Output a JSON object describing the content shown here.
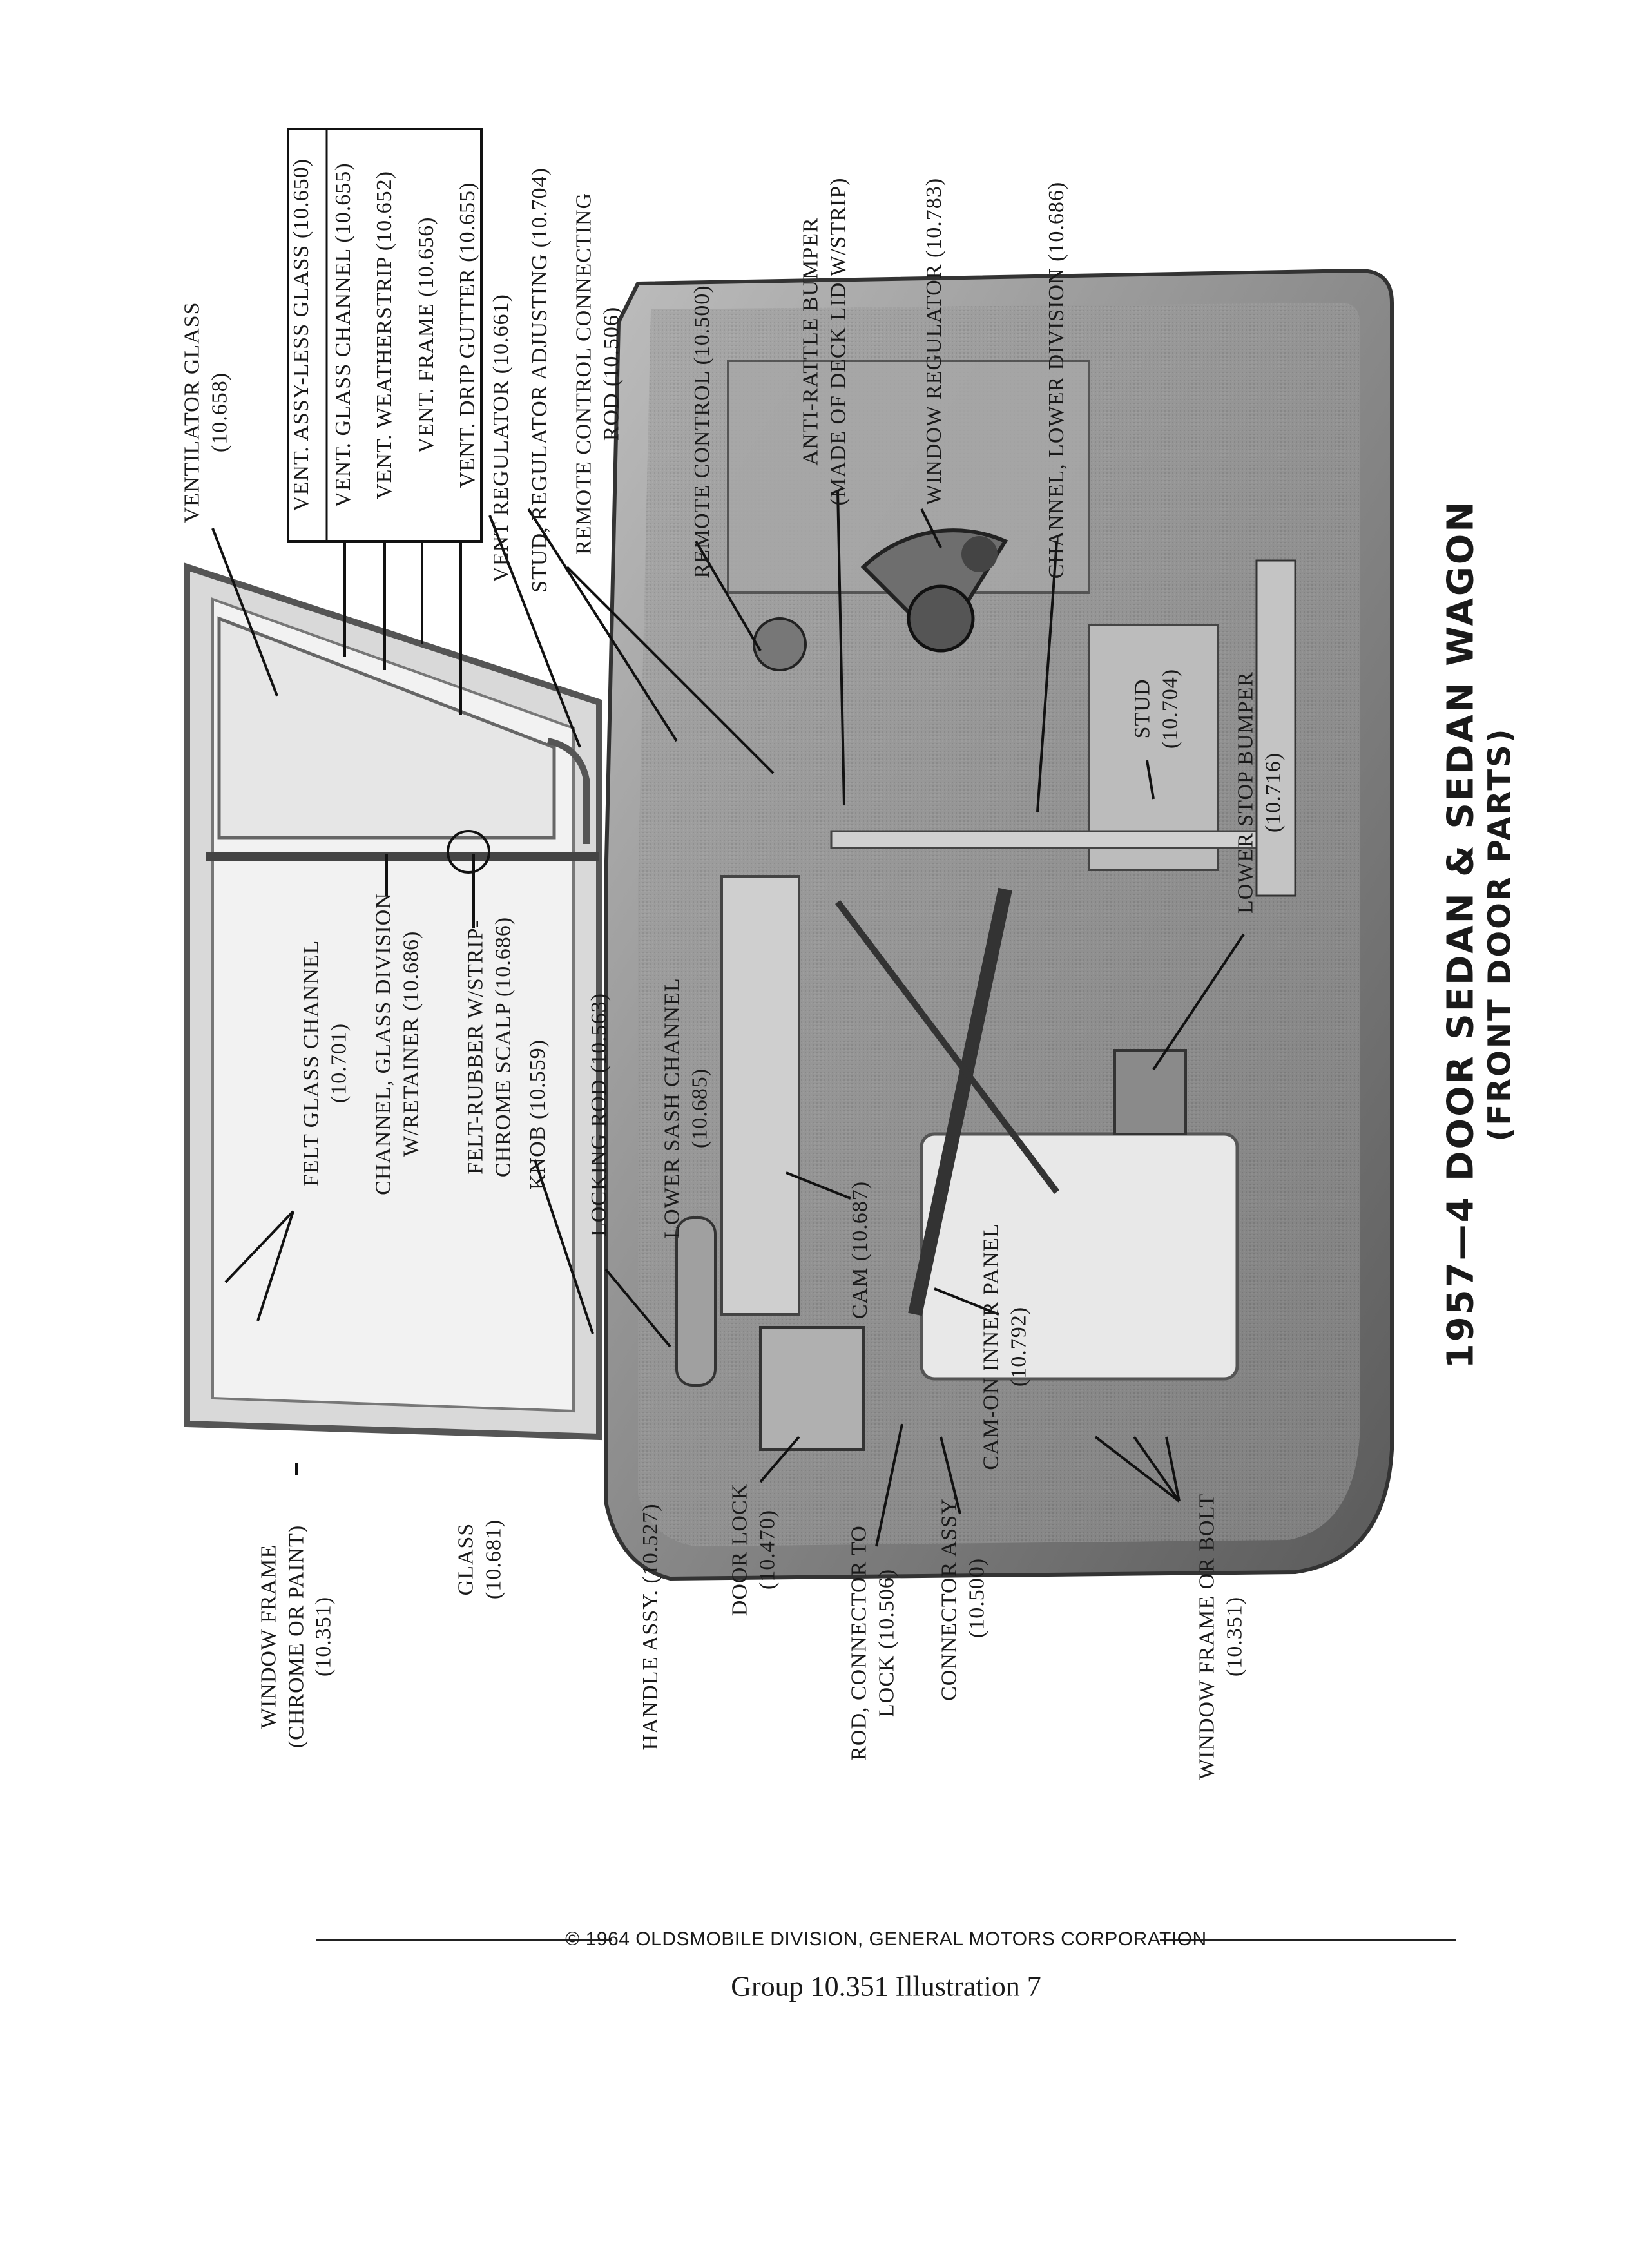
{
  "title": {
    "main": "1957—4 DOOR SEDAN & SEDAN WAGON",
    "sub": "(FRONT DOOR PARTS)"
  },
  "vent_parts_box": [
    "VENT. ASSY-LESS GLASS (10.650)",
    "VENT. GLASS CHANNEL (10.655)",
    "VENT. WEATHERSTRIP (10.652)",
    "VENT. FRAME (10.656)",
    "VENT. DRIP GUTTER (10.655)"
  ],
  "labels": {
    "ventilator_glass": [
      "VENTILATOR GLASS",
      "(10.658)"
    ],
    "vent_regulator": [
      "VENT REGULATOR (10.661)"
    ],
    "stud_regulator_adjusting": [
      "STUD, REGULATOR ADJUSTING (10.704)"
    ],
    "remote_control_connecting_rod": [
      "REMOTE CONTROL CONNECTING",
      "ROD (10.506)"
    ],
    "remote_control": [
      "REMOTE CONTROL (10.500)"
    ],
    "anti_rattle_bumper": [
      "ANTI-RATTLE BUMPER",
      "(MADE OF DECK LID W/STRIP)"
    ],
    "window_regulator": [
      "WINDOW REGULATOR (10.783)"
    ],
    "channel_lower_division": [
      "CHANNEL, LOWER DIVISION (10.686)"
    ],
    "stud": [
      "STUD",
      "(10.704)"
    ],
    "lower_stop_bumper": [
      "LOWER STOP BUMPER",
      "(10.716)"
    ],
    "felt_glass_channel": [
      "FELT GLASS CHANNEL",
      "(10.701)"
    ],
    "channel_glass_division": [
      "CHANNEL, GLASS DIVISION",
      "W/RETAINER (10.686)"
    ],
    "felt_rubber": [
      "FELT-RUBBER W/STRIP-",
      "CHROME SCALP (10.686)"
    ],
    "knob": [
      "KNOB (10.559)"
    ],
    "locking_rod": [
      "LOCKING ROD (10.563)"
    ],
    "lower_sash_channel": [
      "LOWER SASH CHANNEL",
      "(10.685)"
    ],
    "cam": [
      "CAM (10.687)"
    ],
    "cam_on_inner_panel": [
      "CAM-ON INNER PANEL",
      "(10.792)"
    ],
    "window_frame_top": [
      "WINDOW FRAME",
      "(CHROME OR PAINT)",
      "(10.351)"
    ],
    "glass": [
      "GLASS",
      "(10.681)"
    ],
    "handle_assy": [
      "HANDLE ASSY. (10.527)"
    ],
    "door_lock": [
      "DOOR LOCK",
      "(10.470)"
    ],
    "rod_connector": [
      "ROD, CONNECTOR TO",
      "LOCK (10.506)"
    ],
    "connector_assy": [
      "CONNECTOR ASSY.",
      "(10.500)"
    ],
    "window_frame_bottom": [
      "WINDOW FRAME OR BOLT",
      "(10.351)"
    ]
  },
  "footer": {
    "copyright": "© 1964 OLDSMOBILE DIVISION, GENERAL MOTORS CORPORATION",
    "caption": "Group 10.351   Illustration   7"
  }
}
